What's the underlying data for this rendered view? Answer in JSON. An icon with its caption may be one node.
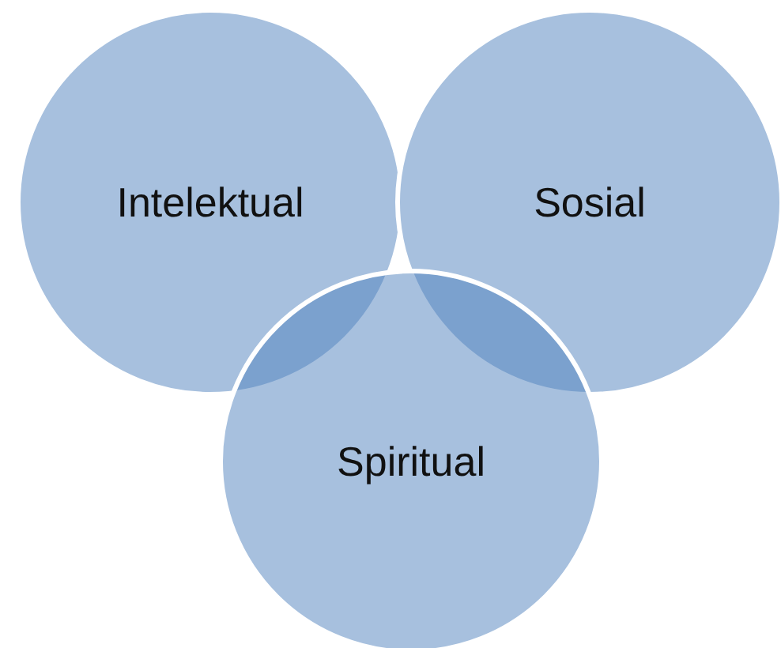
{
  "diagram": {
    "nodes": [
      {
        "text": [
          "Intelektual"
        ]
      },
      {
        "text": [
          "Sosial"
        ]
      },
      {
        "text": [
          "Spiritual"
        ]
      }
    ]
  }
}
